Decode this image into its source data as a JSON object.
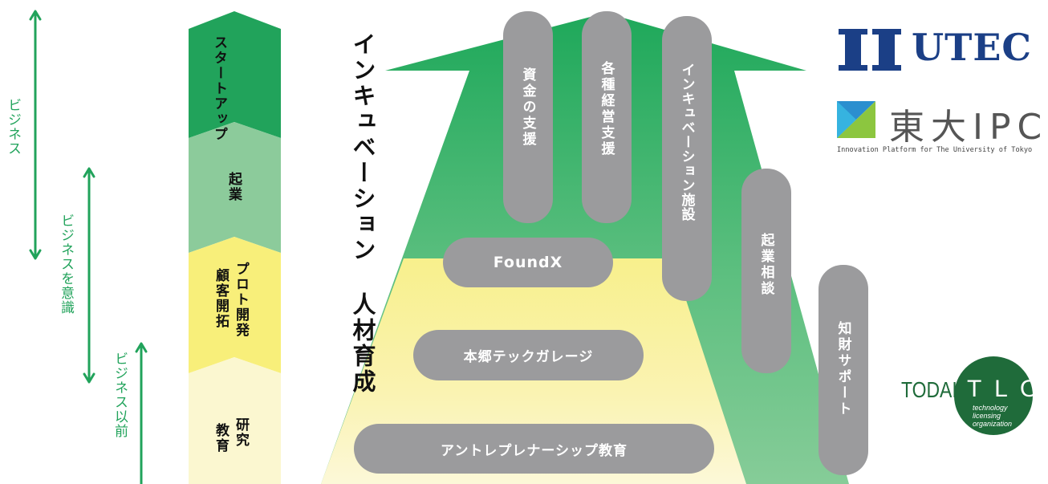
{
  "side_labels": {
    "business": "ビジネス",
    "business_aware": "ビジネスを意識",
    "pre_business": "ビジネス以前"
  },
  "stages": {
    "startup": "スタートアップ",
    "founding": "起業",
    "prototype": "プロト開発",
    "customer": "顧客開拓",
    "research": "研究",
    "education": "教育"
  },
  "headings": {
    "incubation": "インキュベーション",
    "talent": "人材育成"
  },
  "support_pills": {
    "funding": "資金の支援",
    "management": "各種経営支援",
    "incubation_facility": "インキュベーション施設",
    "consultation": "起業相談",
    "ip_support": "知財サポート"
  },
  "program_pills": {
    "foundx": "FoundX",
    "hongo": "本郷テックガレージ",
    "entrepreneurship": "アントレプレナーシップ教育"
  },
  "logos": {
    "utec": "UTEC",
    "ipc_name": "東大IPC",
    "ipc_tagline": "Innovation Platform for The University of Tokyo",
    "tlo_prefix": "TODAI",
    "tlo_letters": "T L O",
    "tlo_line1": "technology",
    "tlo_line2": "licensing",
    "tlo_line3": "organization"
  },
  "colors": {
    "accent_green": "#21a35b",
    "startup_green": "#21a35b",
    "founding_green": "#8ccb9b",
    "prototype_yellow": "#f8ef7a",
    "research_cream": "#fbf7d0",
    "pill_gray": "#9b9b9d",
    "utec_blue": "#1b3f86",
    "ipc_gray": "#555555",
    "tlo_green": "#1f6b3a"
  }
}
